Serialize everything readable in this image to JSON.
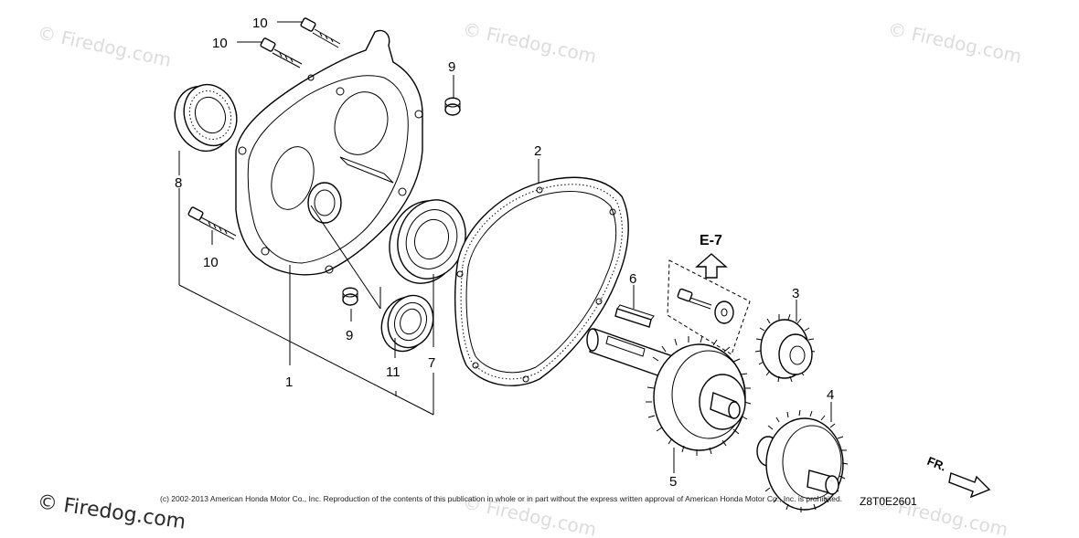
{
  "watermarks": {
    "top_left": "© Firedog.com",
    "top_center": "© Firedog.com",
    "top_right": "© Firedog.com",
    "bottom_left": "© Firedog.com",
    "bottom_center": "© Firedog.com",
    "bottom_right": "© Firedog.com"
  },
  "callouts": {
    "c1": "1",
    "c2": "2",
    "c3": "3",
    "c4": "4",
    "c5": "5",
    "c6": "6",
    "c7": "7",
    "c8": "8",
    "c9a": "9",
    "c9b": "9",
    "c10a": "10",
    "c10b": "10",
    "c10c": "10",
    "c11": "11"
  },
  "reference_label": "E-7",
  "direction_label": "FR.",
  "diagram_code": "Z8T0E2601",
  "copyright": "(c) 2002-2013 American Honda Motor Co., Inc. Reproduction of the contents of this publication in whole or in part without the express written approval of American Honda Motor Co., Inc. is prohibited."
}
